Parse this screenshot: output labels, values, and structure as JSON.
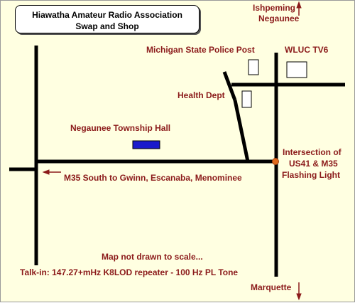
{
  "title": {
    "line1": "Hiawatha Amateur Radio Association",
    "line2": "Swap and Shop"
  },
  "labels": {
    "ishpeming": "Ishpeming",
    "negaunee": "Negaunee",
    "police": "Michigan State Police Post",
    "wluc": "WLUC TV6",
    "health": "Health Dept",
    "township_hall": "Negaunee Township Hall",
    "intersection_1": "Intersection of",
    "intersection_2": "US41 & M35",
    "intersection_3": "Flashing Light",
    "m35_south": "M35 South to Gwinn, Escanaba, Menominee",
    "scale_note": "Map not drawn to scale...",
    "talk_in": "Talk-in: 147.27+mHz K8LOD repeater - 100 Hz PL Tone",
    "marquette": "Marquette"
  },
  "colors": {
    "background": "#ffffe1",
    "text": "#8b1a1a",
    "roads": "#000000",
    "intersection_dot": "#e06a1c",
    "township_hall_fill": "#1a1acc"
  }
}
